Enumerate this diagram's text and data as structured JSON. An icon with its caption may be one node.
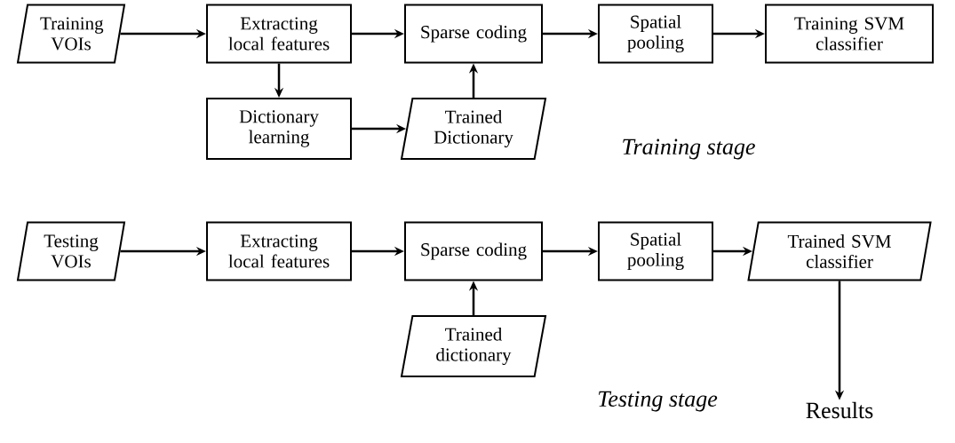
{
  "diagram": {
    "nodes": [
      {
        "text": [
          "Training VOIs"
        ]
      },
      {
        "text": [
          "Extracting local features"
        ]
      },
      {
        "text": [
          "Sparse coding"
        ]
      },
      {
        "text": [
          "Spatial pooling"
        ]
      },
      {
        "text": [
          "Training SVM classifier"
        ]
      },
      {
        "text": [
          "Dictionary learning"
        ]
      },
      {
        "text": [
          "Trained Dictionary"
        ]
      },
      {
        "text": [
          "Testing VOIs"
        ]
      },
      {
        "text": [
          "Extracting local features"
        ]
      },
      {
        "text": [
          "Sparse coding"
        ]
      },
      {
        "text": [
          "Spatial pooling"
        ]
      },
      {
        "text": [
          "Trained SVM classifier"
        ]
      },
      {
        "text": [
          "Trained dictionary"
        ]
      },
      {
        "text": [
          "Results"
        ]
      }
    ],
    "edges": [
      {
        "from": 0,
        "to": 1,
        "arrow": "to"
      },
      {
        "from": 1,
        "to": 2,
        "arrow": "to"
      },
      {
        "from": 2,
        "to": 3,
        "arrow": "to"
      },
      {
        "from": 3,
        "to": 4,
        "arrow": "to"
      },
      {
        "from": 1,
        "to": 5,
        "arrow": "to"
      },
      {
        "from": 5,
        "to": 6,
        "arrow": "to"
      },
      {
        "from": 6,
        "to": 2,
        "arrow": "to"
      },
      {
        "from": 7,
        "to": 8,
        "arrow": "to"
      },
      {
        "from": 8,
        "to": 9,
        "arrow": "to"
      },
      {
        "from": 9,
        "to": 10,
        "arrow": "to"
      },
      {
        "from": 10,
        "to": 11,
        "arrow": "to"
      },
      {
        "from": 12,
        "to": 9,
        "arrow": "to"
      },
      {
        "from": 11,
        "to": 13,
        "arrow": "to"
      }
    ],
    "labels": [
      "Training stage",
      "Testing stage"
    ]
  }
}
